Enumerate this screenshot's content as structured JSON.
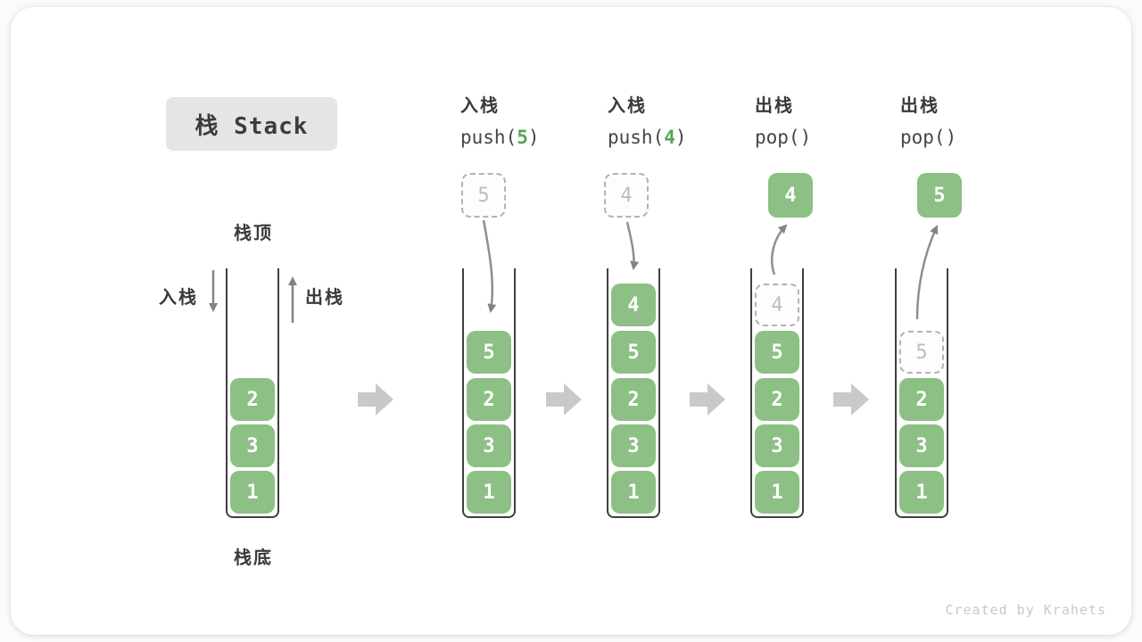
{
  "title": "栈 Stack",
  "annotations": {
    "stack_top": "栈顶",
    "stack_bottom": "栈底",
    "push": "入栈",
    "pop": "出栈"
  },
  "operations": [
    {
      "label": "入栈",
      "code_prefix": "push(",
      "code_arg": "5",
      "code_suffix": ")"
    },
    {
      "label": "入栈",
      "code_prefix": "push(",
      "code_arg": "4",
      "code_suffix": ")"
    },
    {
      "label": "出栈",
      "code_prefix": "pop(",
      "code_arg": "",
      "code_suffix": ")"
    },
    {
      "label": "出栈",
      "code_prefix": "pop(",
      "code_arg": "",
      "code_suffix": ")"
    }
  ],
  "floating": [
    {
      "value": "5",
      "kind": "dashed"
    },
    {
      "value": "4",
      "kind": "dashed"
    },
    {
      "value": "4",
      "kind": "solid"
    },
    {
      "value": "5",
      "kind": "solid"
    }
  ],
  "stacks": [
    {
      "items": [
        "2",
        "3",
        "1"
      ]
    },
    {
      "items": [
        "5",
        "2",
        "3",
        "1"
      ]
    },
    {
      "items": [
        "4",
        "5",
        "2",
        "3",
        "1"
      ]
    },
    {
      "items": [
        "4",
        "5",
        "2",
        "3",
        "1"
      ],
      "dashed_item": "4"
    },
    {
      "items": [
        "5",
        "2",
        "3",
        "1"
      ],
      "dashed_item": "5"
    }
  ],
  "colors": {
    "cell_green": "#8cc084",
    "cell_text": "#ffffff",
    "code_arg_green": "#5aa35a",
    "dashed_border": "#b3b3b3",
    "dashed_text": "#bdbdbd",
    "arrow_gray": "#838383",
    "block_arrow_gray": "#c9c9c9",
    "badge_bg": "#e5e5e5",
    "text_dark": "#3a3a3a"
  },
  "watermark": "Created by Krahets"
}
